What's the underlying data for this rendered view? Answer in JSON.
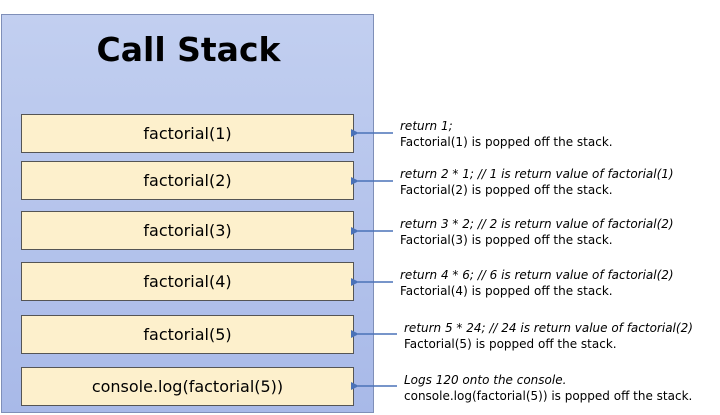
{
  "title": "Call Stack",
  "frames": [
    {
      "label": "factorial(1)",
      "code": "return 1;",
      "desc": "Factorial(1) is popped off the stack."
    },
    {
      "label": "factorial(2)",
      "code": "return 2 * 1;  // 1 is return value of factorial(1)",
      "desc": "Factorial(2) is popped off the stack."
    },
    {
      "label": "factorial(3)",
      "code": "return 3 * 2;  // 2 is return value of factorial(2)",
      "desc": "Factorial(3) is popped off the stack."
    },
    {
      "label": "factorial(4)",
      "code": "return 4 * 6;  // 6 is return value of factorial(2)",
      "desc": "Factorial(4) is popped off the stack."
    },
    {
      "label": "factorial(5)",
      "code": "return 5 * 24;  // 24 is return value of factorial(2)",
      "desc": "Factorial(5) is popped off the stack."
    },
    {
      "label": "console.log(factorial(5))",
      "code": "Logs 120 onto the console.",
      "desc": "console.log(factorial(5)) is popped off the stack."
    }
  ],
  "colors": {
    "stack_fill": "#b4c3ec",
    "frame_fill": "#fdf0cc",
    "arrow": "#4a72b8"
  }
}
